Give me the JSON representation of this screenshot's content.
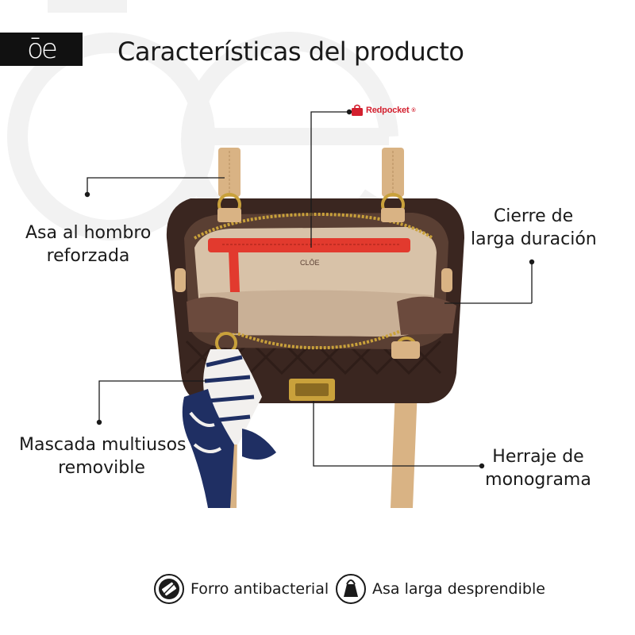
{
  "header": {
    "logo_text": "ōe",
    "title": "Características del producto"
  },
  "brand_tag": {
    "text": "Redpocket",
    "superscript": "®",
    "color": "#d3202f"
  },
  "callouts": {
    "shoulder_strap": [
      "Asa al hombro",
      "reforzada"
    ],
    "zipper": [
      "Cierre de",
      "larga duración"
    ],
    "scarf": [
      "Mascada multiusos",
      "removible"
    ],
    "hardware": [
      "Herraje de",
      "monograma"
    ]
  },
  "bag": {
    "interior_logo": "CLŌE",
    "colors": {
      "leather": "#3a2620",
      "handles": "#d9b384",
      "lining": "#d8c2a8",
      "pocket": "#e23a2e",
      "hardware": "#c9a13b"
    }
  },
  "features": [
    {
      "icon": "antibacterial-lining-icon",
      "label": "Forro antibacterial"
    },
    {
      "icon": "detachable-strap-icon",
      "label": "Asa larga desprendible"
    }
  ]
}
